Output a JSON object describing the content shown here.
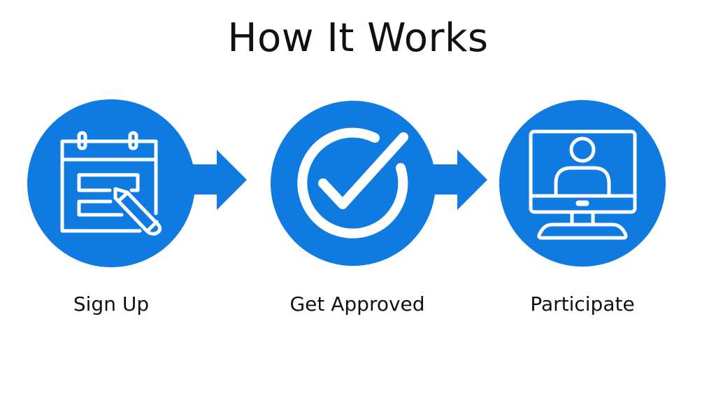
{
  "title": "How It Works",
  "accent_color": "#0F7BE1",
  "steps": [
    {
      "label": "Sign Up",
      "icon": "calendar-pencil-icon"
    },
    {
      "label": "Get Approved",
      "icon": "checkmark-circle-icon"
    },
    {
      "label": "Participate",
      "icon": "monitor-person-icon"
    }
  ]
}
